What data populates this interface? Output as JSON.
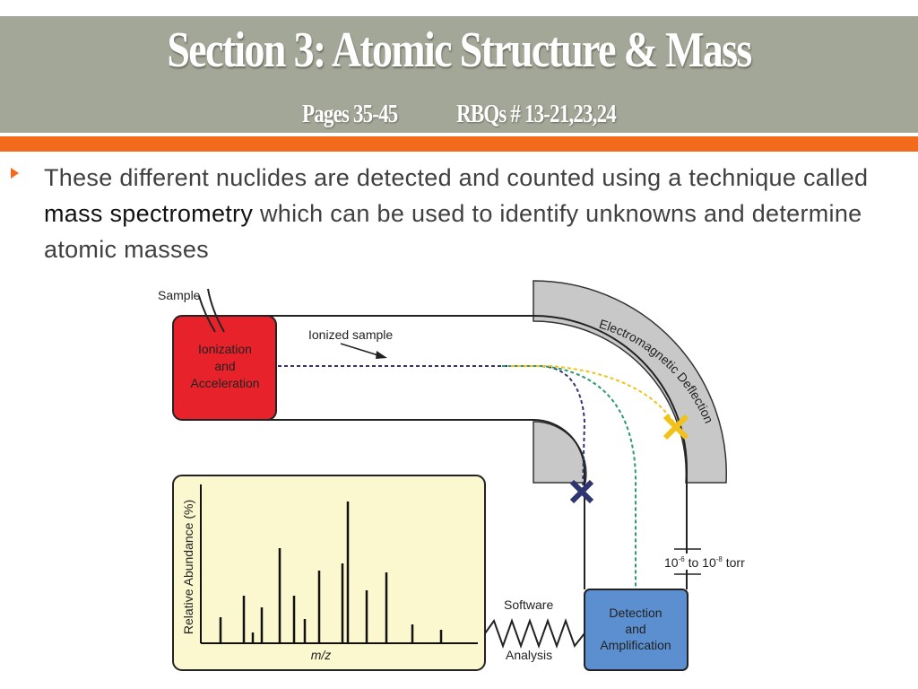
{
  "slide": {
    "title": "Section 3: Atomic Structure & Mass",
    "pages": "Pages 35-45",
    "rbqs": "RBQs # 13-21,23,24",
    "bullet": {
      "text_before": "These different nuclides are detected and counted using a technique called",
      "term": "mass spectrometry",
      "text_after": "which can be used to identify unknowns and determine atomic masses"
    }
  },
  "diagram": {
    "sample_label": "Sample",
    "ionization_box": [
      "Ionization",
      "and",
      "Acceleration"
    ],
    "ionized_sample_label": "Ionized sample",
    "deflection_label": "Electromagnetic Deflection",
    "pressure_label": {
      "prefix": "10",
      "exp1": "-6",
      "mid": " to 10",
      "exp2": "-8",
      "suffix": " torr"
    },
    "detection_box": [
      "Detection",
      "and",
      "Amplification"
    ],
    "software_label": "Software",
    "analysis_label": "Analysis",
    "spectrum": {
      "ylabel": "Relative Abundance (%)",
      "xlabel": "m/z"
    },
    "colors": {
      "ionization_box": "#e8222a",
      "detection_box": "#5b8fcf",
      "deflection_magnet": "#c8c8c8",
      "spectrum_panel": "#fbf7cf",
      "path_navy": "#2e3570",
      "path_green": "#2e9a6e",
      "path_yellow": "#f2c21a"
    }
  }
}
